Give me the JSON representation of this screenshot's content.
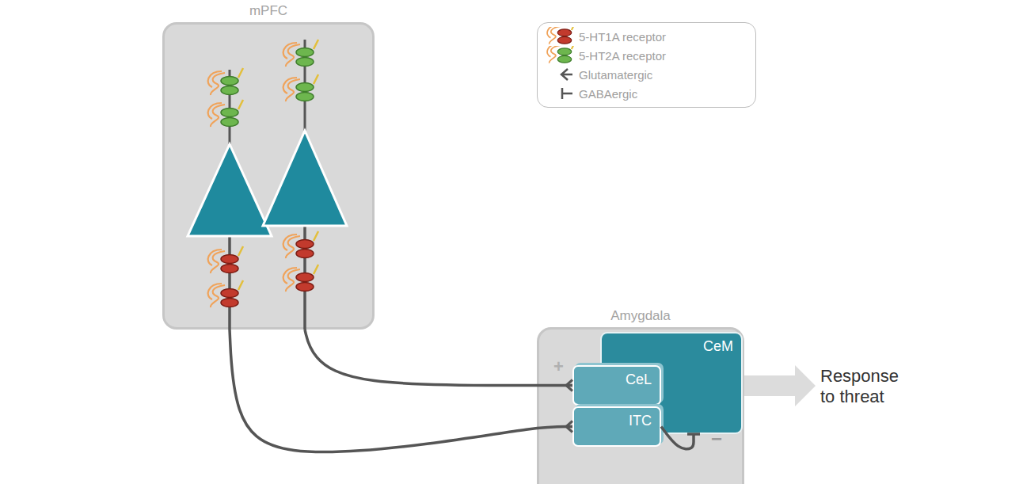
{
  "diagram": {
    "nodes": [
      {
        "text": [
          "mPFC"
        ]
      },
      {
        "text": [
          "Amygdala"
        ]
      },
      {
        "text": [
          "CeM"
        ],
        "in": 1
      },
      {
        "text": [
          "CeL"
        ],
        "in": 1
      },
      {
        "text": [
          "ITC"
        ],
        "in": 1
      }
    ],
    "edges": [
      {
        "from": 0,
        "to": 3,
        "arrow": "to"
      },
      {
        "from": 0,
        "to": 4,
        "arrow": "to"
      },
      {
        "from": 4,
        "to": 2,
        "arrow": "to"
      }
    ],
    "labels": [
      "+",
      "−",
      "Response to threat"
    ],
    "legend": [
      {
        "text": "5-HT1A receptor"
      },
      {
        "text": "5-HT2A receptor"
      },
      {
        "text": "Glutamatergic"
      },
      {
        "text": "GABAergic"
      }
    ]
  }
}
